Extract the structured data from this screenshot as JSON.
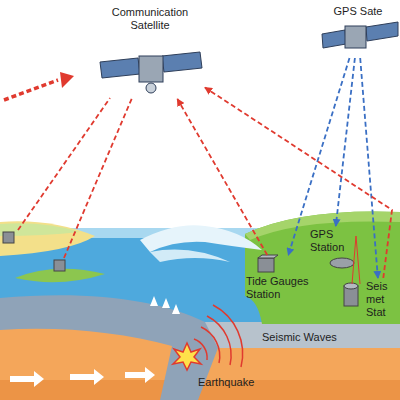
{
  "diagram": {
    "nodes": [
      {
        "text": [
          "Communication Satellite"
        ]
      },
      {
        "text": [
          "GPS Sate"
        ]
      },
      {
        "text": [
          "Tide Gauges Station"
        ]
      },
      {
        "text": [
          "GPS Station"
        ]
      },
      {
        "text": [
          "Seis met Stat"
        ]
      }
    ],
    "edges": [
      {
        "from": 1,
        "to": 2,
        "arrow": "to"
      },
      {
        "from": 1,
        "to": 3,
        "arrow": "to"
      },
      {
        "from": 1,
        "to": 4,
        "arrow": "to"
      },
      {
        "from": 2,
        "to": 0,
        "arrow": "to"
      },
      {
        "from": 4,
        "to": 0,
        "arrow": "to"
      }
    ],
    "labels": [
      "Seismic Waves",
      "Earthquake"
    ]
  }
}
